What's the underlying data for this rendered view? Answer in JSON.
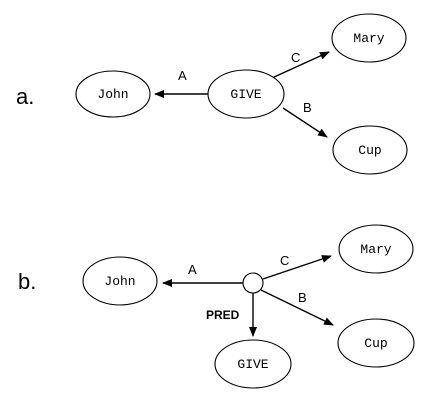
{
  "panels": {
    "a": {
      "label": "a.",
      "nodes": {
        "john": "John",
        "give": "GIVE",
        "mary": "Mary",
        "cup": "Cup"
      },
      "edges": {
        "a": "A",
        "b": "B",
        "c": "C"
      }
    },
    "b": {
      "label": "b.",
      "nodes": {
        "john": "John",
        "give": "GIVE",
        "mary": "Mary",
        "cup": "Cup"
      },
      "edges": {
        "a": "A",
        "b": "B",
        "c": "C",
        "pred": "PRED"
      }
    }
  }
}
